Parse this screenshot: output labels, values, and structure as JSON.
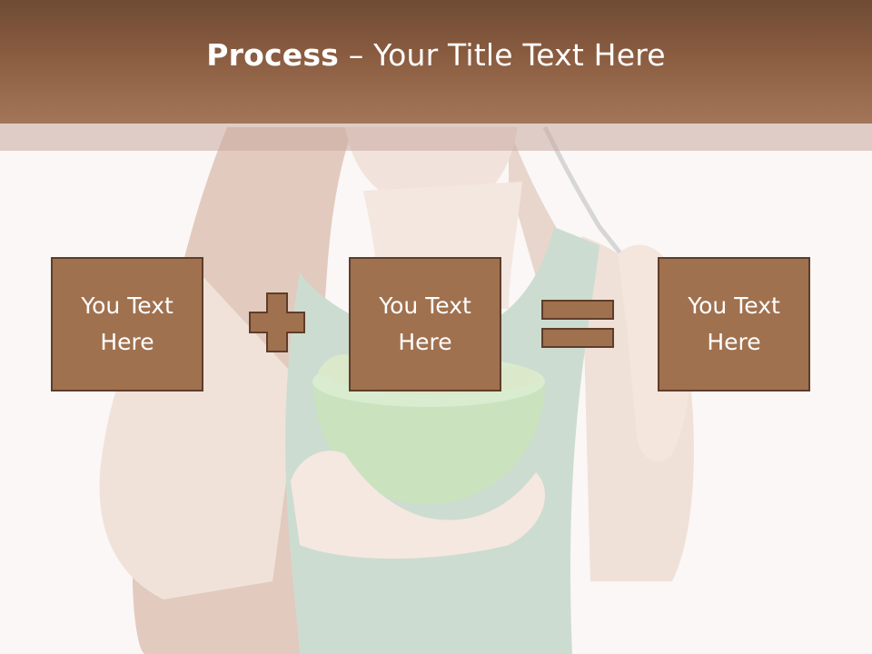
{
  "title": {
    "bold": "Process",
    "rest": " – Your Title Text Here"
  },
  "steps": [
    {
      "text": "You Text Here"
    },
    {
      "text": "You Text Here"
    },
    {
      "text": "You Text Here"
    }
  ],
  "operators": [
    {
      "icon": "plus-icon"
    },
    {
      "icon": "equals-icon"
    }
  ],
  "colors": {
    "title_bar": "#8a5c40",
    "box_fill": "#a0714f",
    "box_border": "#5e3d2a",
    "background": "#f7f4f2"
  }
}
